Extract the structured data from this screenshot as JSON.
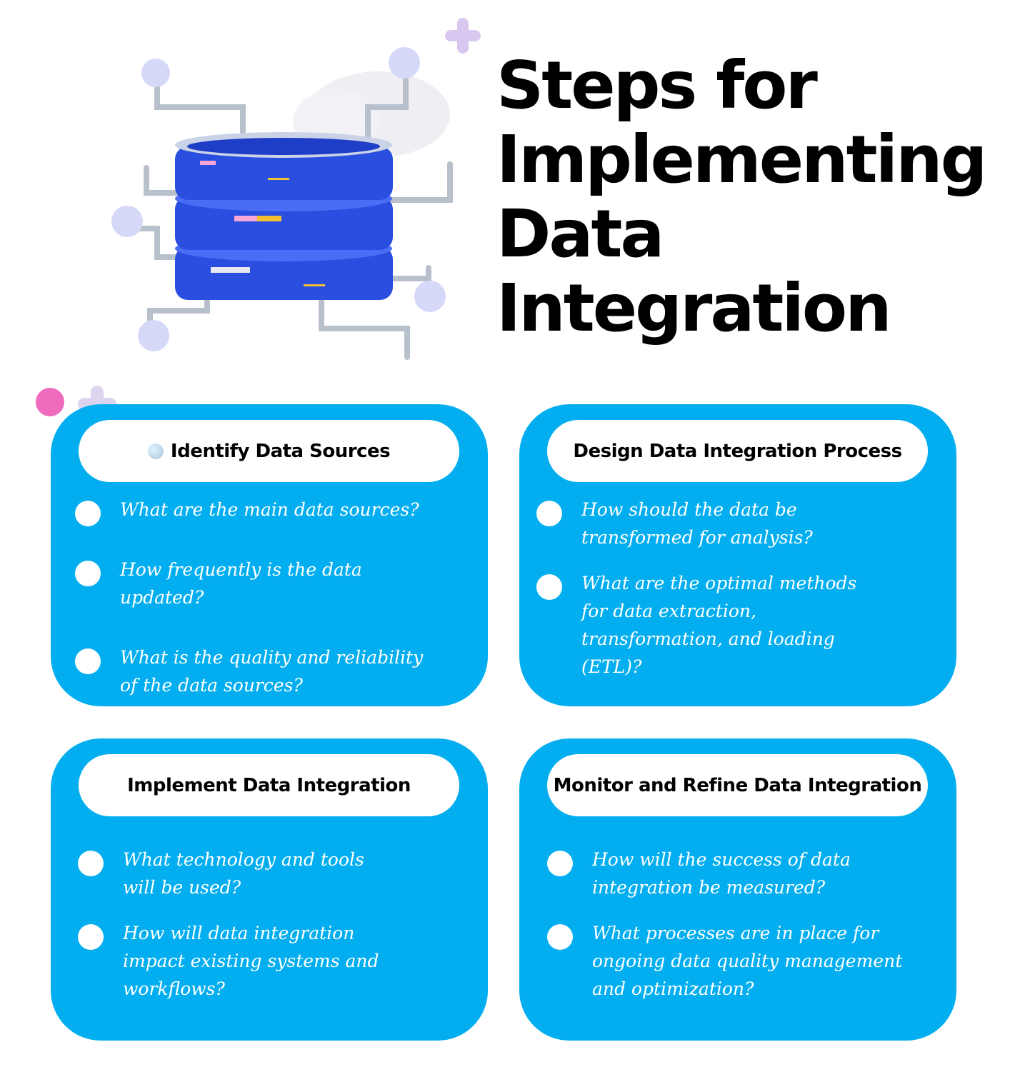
{
  "title": {
    "lines": [
      "Steps for",
      "Implementing",
      "Data",
      "Integration"
    ]
  },
  "colors": {
    "card": "#02aeef",
    "header": "#ffffff",
    "text": "#000000"
  },
  "illustration": "database-server-icon",
  "cards": [
    {
      "heading": "Identify Data Sources",
      "items": [
        "What are the main data sources?",
        "How frequently is the data updated?",
        "What is the quality and reliability of the data sources?"
      ]
    },
    {
      "heading": "Design Data Integration Process",
      "items": [
        "How should the data be transformed for analysis?",
        "What are the optimal methods for data extraction, transformation, and loading (ETL)?"
      ]
    },
    {
      "heading": "Implement Data Integration",
      "items": [
        "What technology and tools will be used?",
        "How will data integration impact existing systems and workflows?"
      ]
    },
    {
      "heading": "Monitor and Refine Data Integration",
      "items": [
        "How will the success of data integration be measured?",
        "What processes are in place for ongoing data quality management and optimization?"
      ]
    }
  ]
}
